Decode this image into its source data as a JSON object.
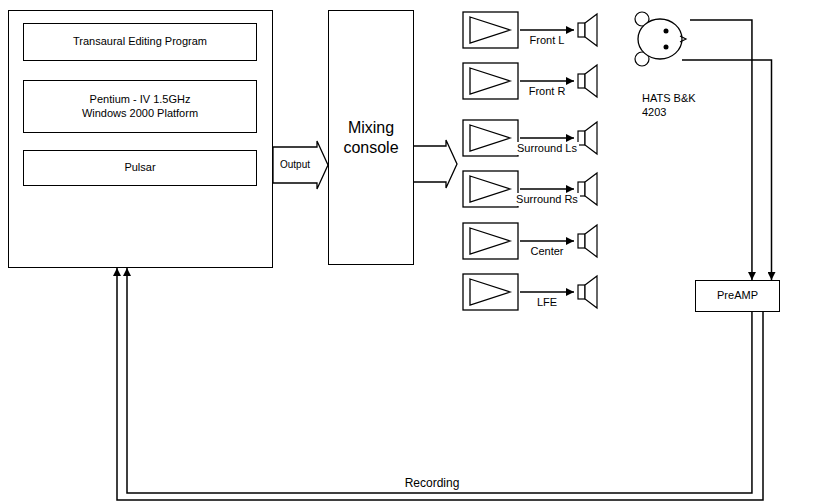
{
  "diagram": {
    "nodes": [
      {
        "text": []
      },
      {
        "text": [
          "Transaural Editing Program"
        ],
        "in": 0
      },
      {
        "text": [
          "Pentium - IV 1.5GHz Windows 2000 Platform"
        ],
        "in": 0
      },
      {
        "text": [
          "Pulsar"
        ],
        "in": 0
      },
      {
        "text": [
          "Mixing console"
        ]
      },
      {
        "text": [
          "HATS B&K 4203"
        ]
      },
      {
        "text": [
          "PreAMP"
        ]
      }
    ],
    "edges": [
      {
        "from": 0,
        "to": 4,
        "label": "Output",
        "arrow": "to"
      },
      {
        "from": 5,
        "to": 6,
        "arrow": "to"
      },
      {
        "from": 5,
        "to": 6,
        "arrow": "to"
      },
      {
        "from": 6,
        "to": 0,
        "label": "Recording",
        "arrow": "to"
      },
      {
        "from": 6,
        "to": 0,
        "arrow": "to"
      }
    ],
    "labels": [
      "Front L",
      "Front R",
      "Surround Ls",
      "Surround Rs",
      "Center",
      "LFE"
    ]
  }
}
